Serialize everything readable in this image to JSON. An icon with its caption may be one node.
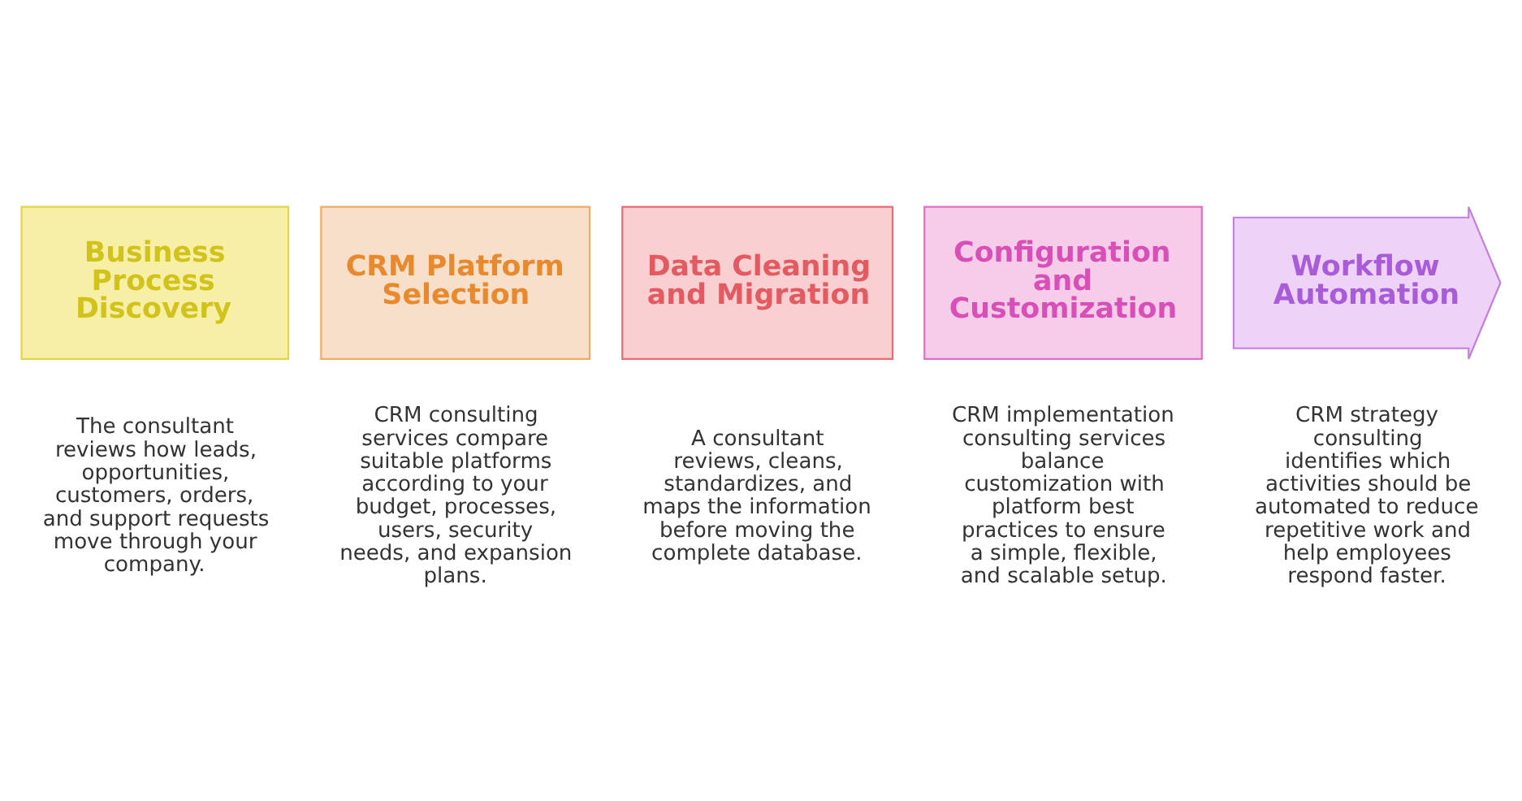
{
  "diagram": {
    "nodes": [
      {
        "text": [
          "Business Process Discovery"
        ],
        "beside": [
          "The consultant reviews how leads, opportunities, customers, orders, and support requests move through your company."
        ]
      },
      {
        "text": [
          "CRM Platform Selection"
        ],
        "beside": [
          "CRM consulting services compare suitable platforms according to your budget, processes, users, security needs, and expansion plans."
        ]
      },
      {
        "text": [
          "Data Cleaning and Migration"
        ],
        "beside": [
          "A consultant reviews, cleans, standardizes, and maps the information before moving the complete database."
        ]
      },
      {
        "text": [
          "Configuration and Customization"
        ],
        "beside": [
          "CRM implementation consulting services balance customization with platform best practices to ensure a simple, flexible, and scalable setup."
        ]
      },
      {
        "text": [
          "Workflow Automation"
        ],
        "beside": [
          "CRM strategy consulting identifies which activities should be automated to reduce repetitive work and help employees respond faster."
        ]
      }
    ],
    "edges": []
  }
}
